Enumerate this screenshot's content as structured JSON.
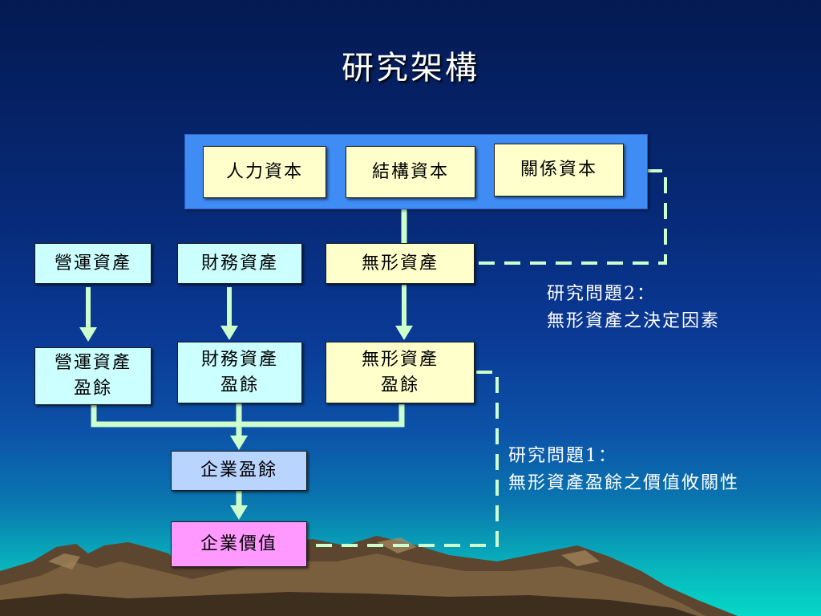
{
  "title": "研究架構",
  "capital": [
    "人力資本",
    "結構資本",
    "關係資本"
  ],
  "assets": [
    "營運資產",
    "財務資產",
    "無形資產"
  ],
  "surplus": {
    "operating": [
      "營運資產",
      "盈餘"
    ],
    "financial": [
      "財務資產",
      "盈餘"
    ],
    "intangible": [
      "無形資產",
      "盈餘"
    ]
  },
  "enterprise_surplus": "企業盈餘",
  "enterprise_value": "企業價值",
  "question2": [
    "研究問題2：",
    "無形資產之決定因素"
  ],
  "question1": [
    "研究問題1：",
    "無形資產盈餘之價值攸關性"
  ],
  "colors": {
    "arrow": "#ccffcc",
    "dashed": "#ccffcc",
    "panel": "#3f8cf5"
  }
}
